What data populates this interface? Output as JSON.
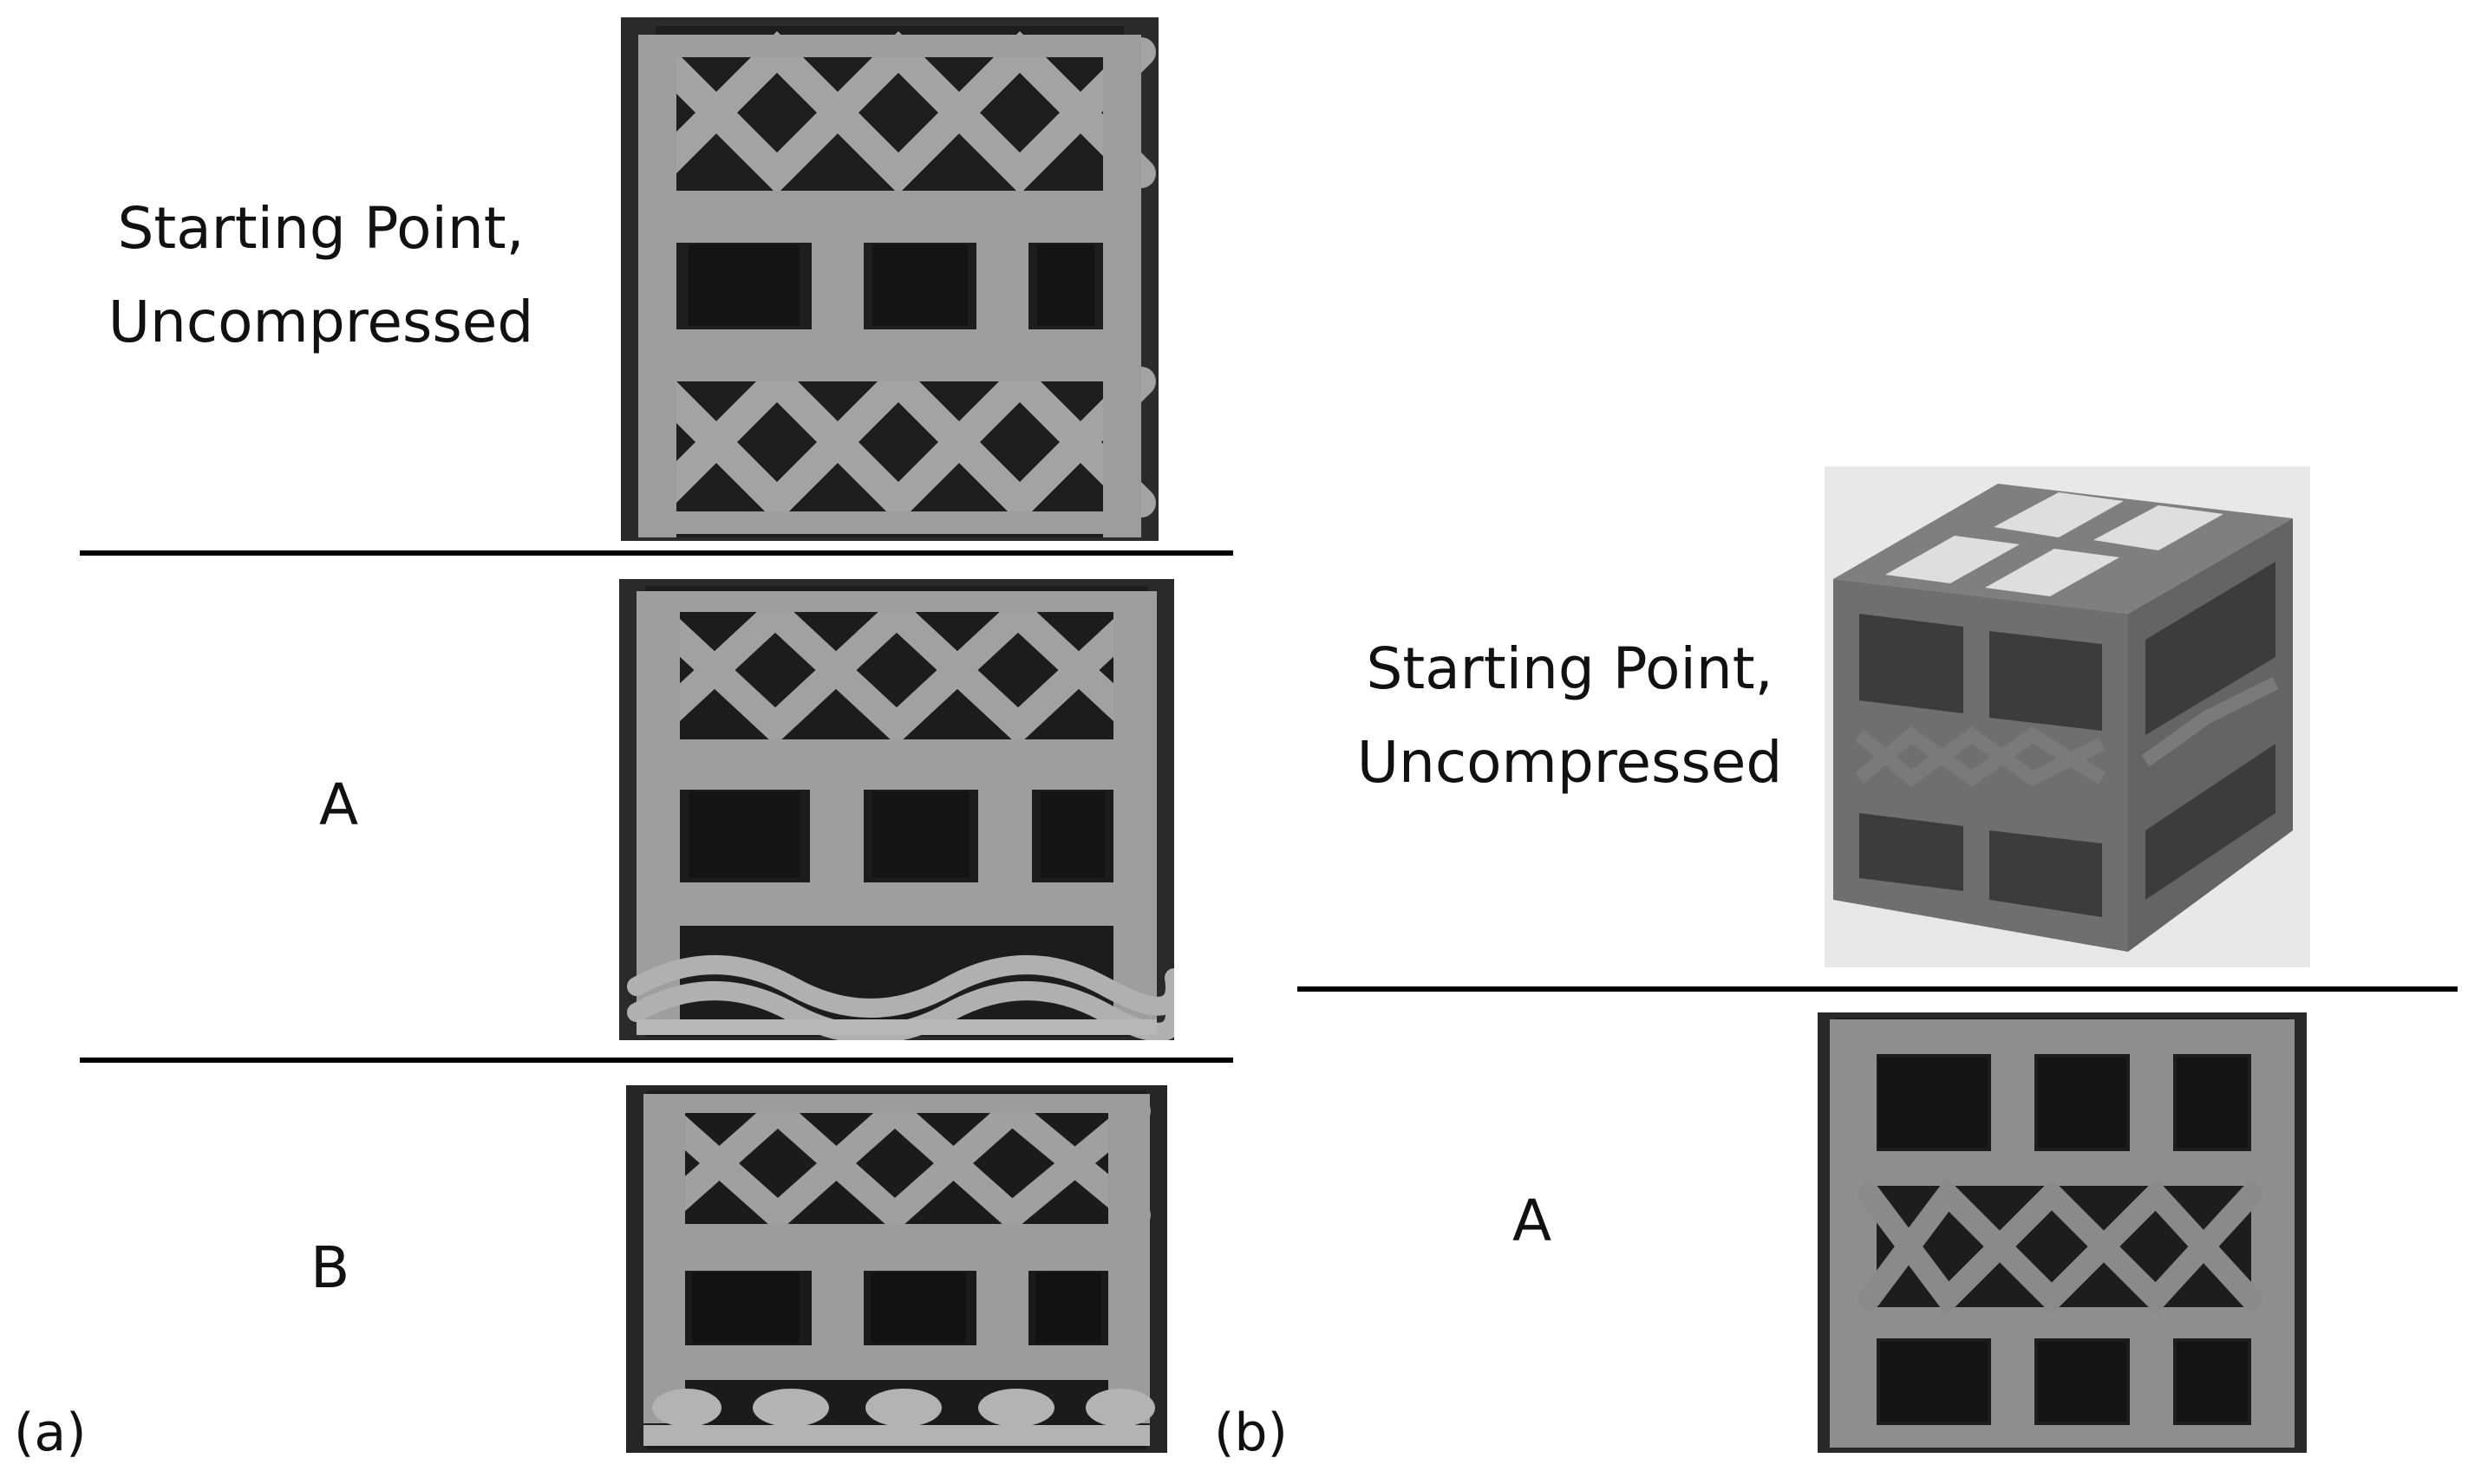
{
  "figure": {
    "panel_a": {
      "tag": "(a)",
      "rows": [
        {
          "label_line1": "Starting Point,",
          "label_line2": "Uncompressed"
        },
        {
          "label": "A"
        },
        {
          "label": "B"
        }
      ]
    },
    "panel_b": {
      "tag": "(b)",
      "rows": [
        {
          "label_line1": "Starting Point,",
          "label_line2": "Uncompressed"
        },
        {
          "label": "A"
        }
      ]
    }
  }
}
